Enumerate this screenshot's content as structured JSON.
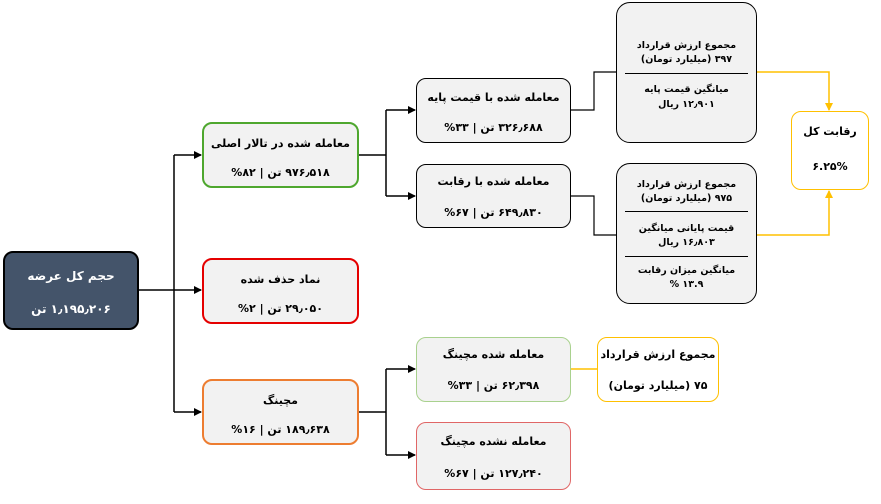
{
  "root": {
    "label": "حجم  کل عرضه",
    "value": "۱٫۱۹۵٫۲۰۶ تن",
    "color": "#44546a"
  },
  "main_hall": {
    "label": "معامله شده در تالار اصلی",
    "value": "۹۷۶٫۵۱۸ تن | ۸۲%",
    "color": "#4ea72e"
  },
  "removed": {
    "label": "نماد حذف شده",
    "value": "۲۹٫۰۵۰ تن | ۲%",
    "color": "#e50000"
  },
  "mechanig": {
    "label": "مچینگ",
    "value": "۱۸۹٫۶۳۸ تن | ۱۶%",
    "color": "#ed7d31"
  },
  "base_price": {
    "label": "معامله شده با قیمت پایه",
    "value": "۳۲۶٫۶۸۸ تن | ۳۳%"
  },
  "competition": {
    "label": "معامله شده با رقابت",
    "value": "۶۴۹٫۸۳۰ تن | ۶۷%"
  },
  "mech_traded": {
    "label": "معامله شده مچینگ",
    "value": "۶۲٫۳۹۸ تن | ۳۳%",
    "color": "#a9d18e"
  },
  "mech_not_traded": {
    "label": "معامله نشده مچینگ",
    "value": "۱۲۷٫۲۴۰ تن | ۶۷%",
    "color": "#e06666"
  },
  "base_detail": {
    "contract_label": "مجموع ارزش قرارداد",
    "contract_value": "۳۹۷ (میلیارد تومان)",
    "avg_label": "میانگین قیمت پایه",
    "avg_value": "۱۲٫۹۰۱ ریال"
  },
  "comp_detail": {
    "contract_label": "مجموع ارزش قرارداد",
    "contract_value": "۹۷۵ (میلیارد تومان)",
    "final_label": "قیمت پایانی میانگین",
    "final_value": "۱۶٫۸۰۳ ریال",
    "rivalry_label": "میانگین میزان رقابت",
    "rivalry_value": "۱۳.۹ %"
  },
  "rivalry_total": {
    "label": "رقابت کل",
    "value": "۶.۲۵%",
    "color": "#ffc000"
  },
  "mech_contract": {
    "label": "مجموع ارزش قرارداد",
    "value": "۷۵ (میلیارد تومان)",
    "color": "#ffc000"
  }
}
